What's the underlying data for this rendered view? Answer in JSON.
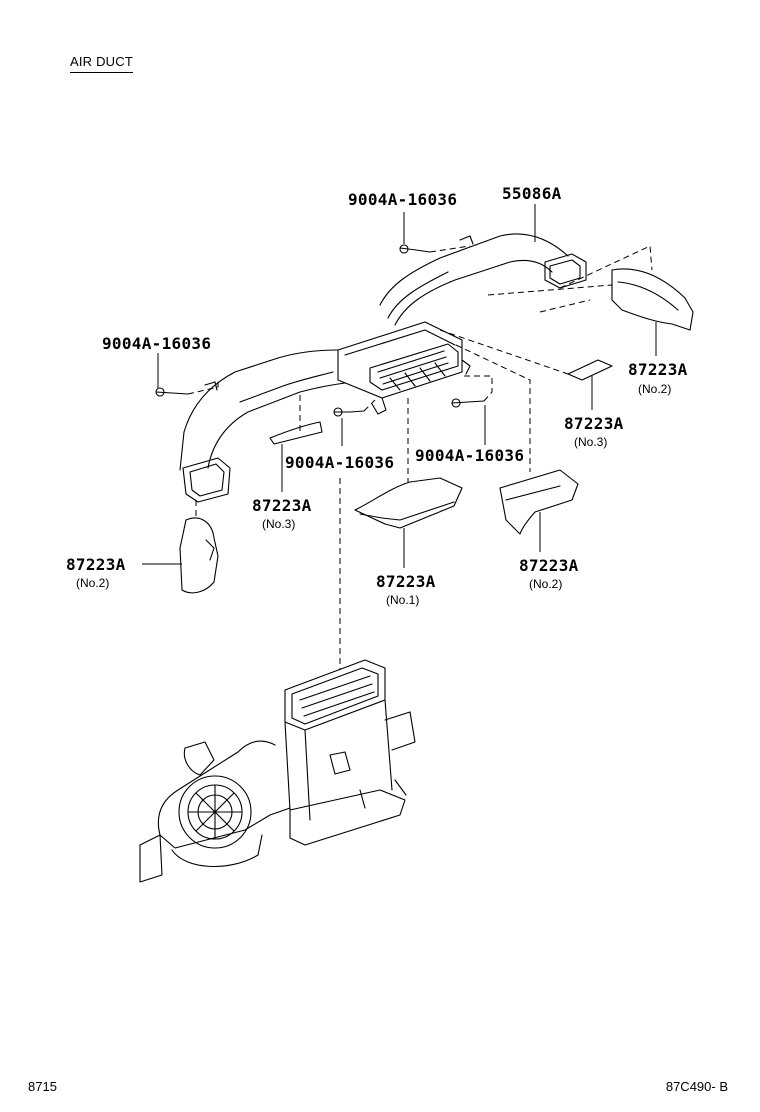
{
  "title": "AIR DUCT",
  "labels": {
    "duct_part": "55086A",
    "screw_1": "9004A-16036",
    "screw_2": "9004A-16036",
    "screw_3": "9004A-16036",
    "screw_4": "9004A-16036",
    "pad_right_no2": {
      "part": "87223A",
      "note": "(No.2)"
    },
    "pad_right_no3": {
      "part": "87223A",
      "note": "(No.3)"
    },
    "pad_left_no3": {
      "part": "87223A",
      "note": "(No.3)"
    },
    "pad_left_no2": {
      "part": "87223A",
      "note": "(No.2)"
    },
    "pad_center_no1": {
      "part": "87223A",
      "note": "(No.1)"
    },
    "pad_lower_no2": {
      "part": "87223A",
      "note": "(No.2)"
    }
  },
  "footer": {
    "left": "8715",
    "right": "87C490- B"
  }
}
